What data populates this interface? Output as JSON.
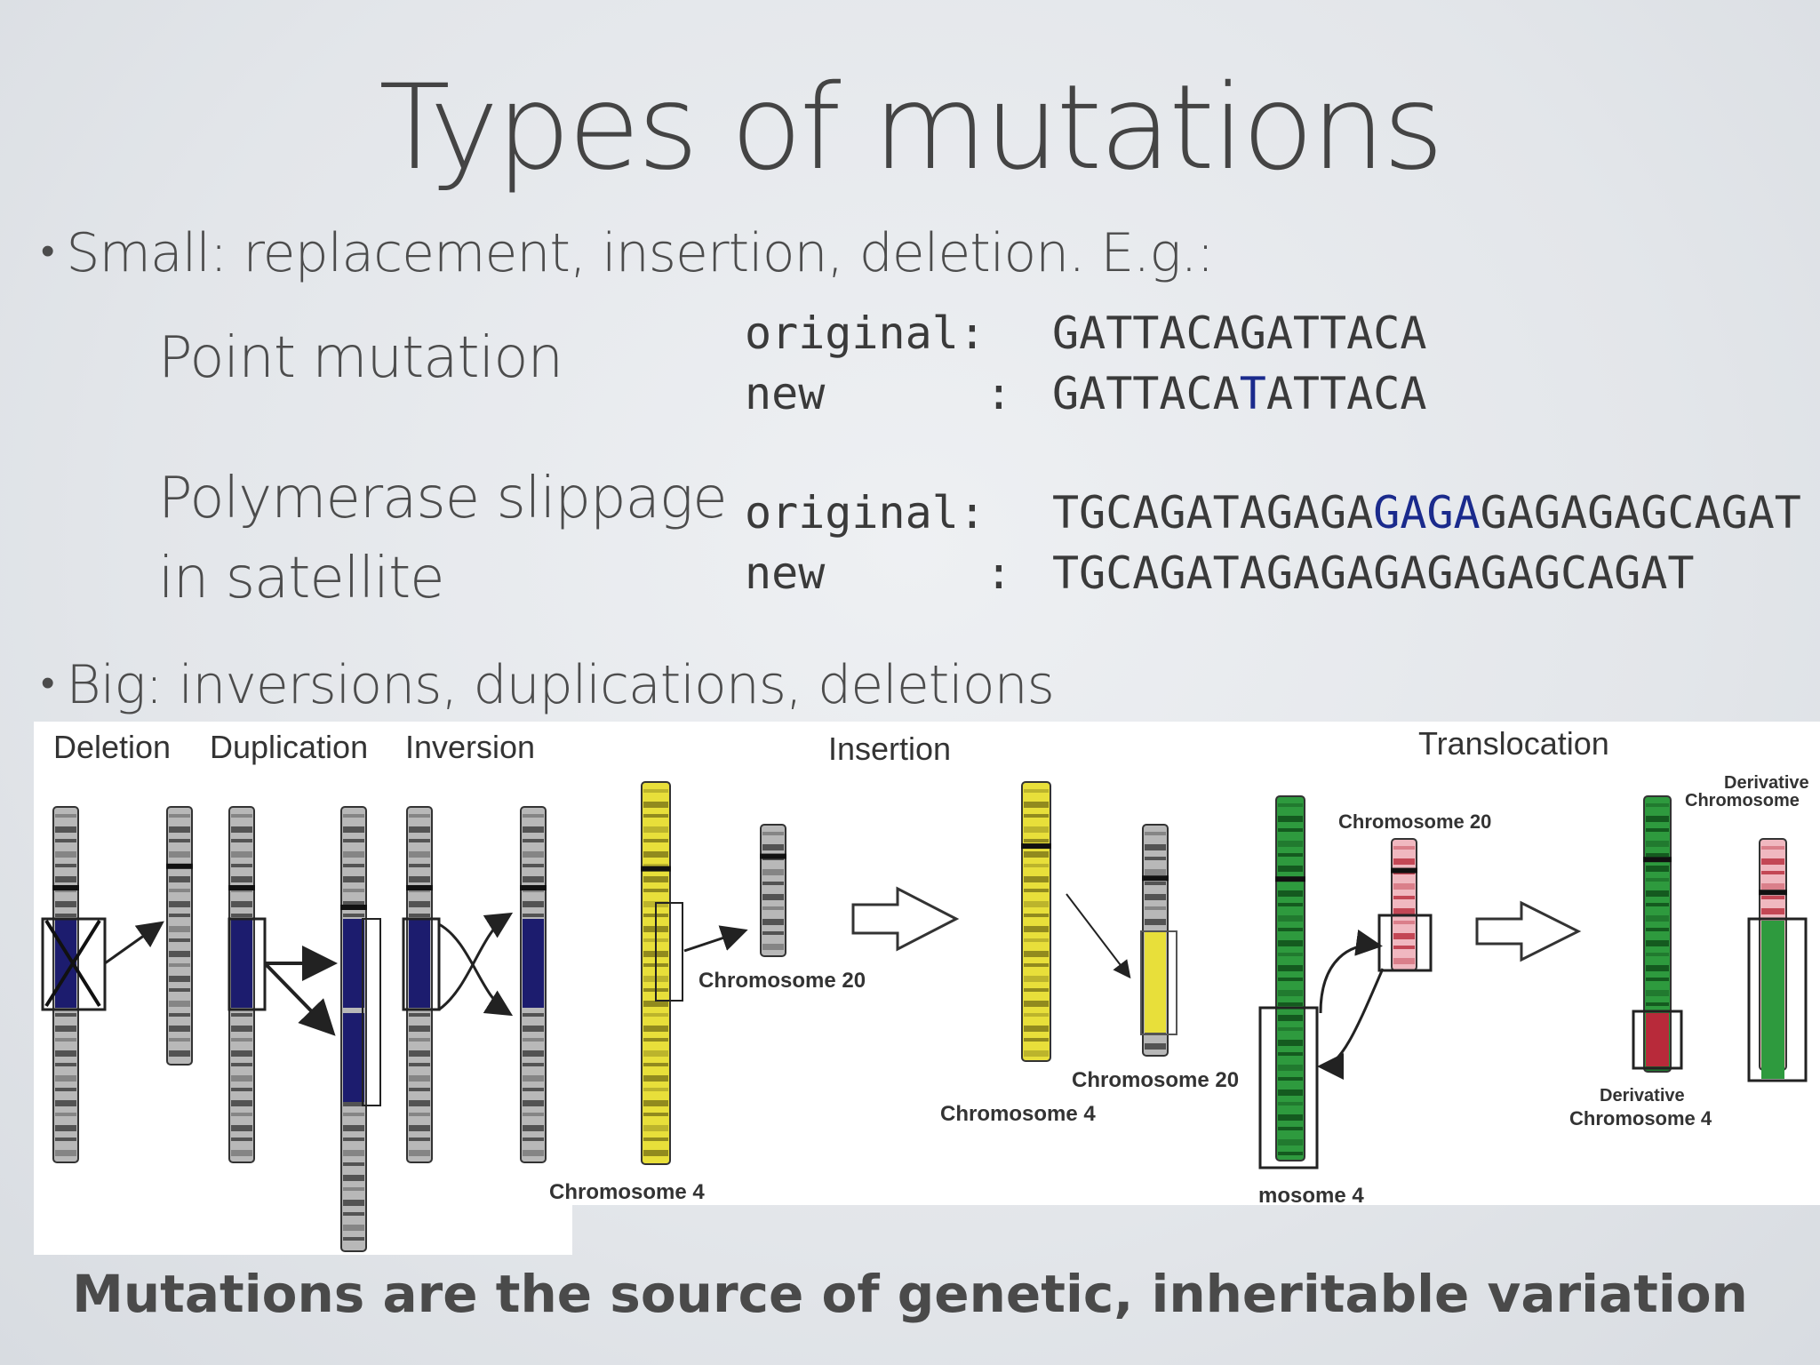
{
  "title": "Types of mutations",
  "bullets": {
    "small": "Small: replacement, insertion, deletion. E.g.:",
    "big": "Big: inversions, duplications, deletions"
  },
  "point_mutation": {
    "label": "Point mutation",
    "original_key": "original:",
    "new_key": "new      :",
    "original_seq": "GATTACAGATTACA",
    "new_seq_pre": "GATTACA",
    "new_seq_hl": "T",
    "new_seq_post": "ATTACA"
  },
  "slippage": {
    "label_line1": "Polymerase slippage",
    "label_line2": "in satellite",
    "original_key": "original:",
    "new_key": "new      :",
    "original_seq_pre": "TGCAGATAGAGA",
    "original_seq_hl": "GAGA",
    "original_seq_post": "GAGAGAGCAGAT",
    "new_seq": "TGCAGATAGAGAGAGAGAGCAGAT"
  },
  "figure": {
    "deletion": "Deletion",
    "duplication": "Duplication",
    "inversion": "Inversion",
    "insertion": "Insertion",
    "translocation": "Translocation",
    "chr20_a": "Chromosome 20",
    "chr4_a": "Chromosome 4",
    "chr20_b": "Chromosome 20",
    "chr4_b": "Chromosome 4",
    "chr20_c": "Chromosome 20",
    "chr4_c": "mosome 4",
    "deriv_chr_top1": "Derivative",
    "deriv_chr_top2": "Chromosome",
    "deriv_chr4_1": "Derivative",
    "deriv_chr4_2": "Chromosome 4"
  },
  "conclusion": "Mutations are the source of genetic, inheritable variation",
  "colors": {
    "highlight": "#1a2a8c",
    "navy_band": "#1c1c6e",
    "yellow": "#e8df3a",
    "green": "#2e9a3e",
    "red": "#b82a3a"
  }
}
